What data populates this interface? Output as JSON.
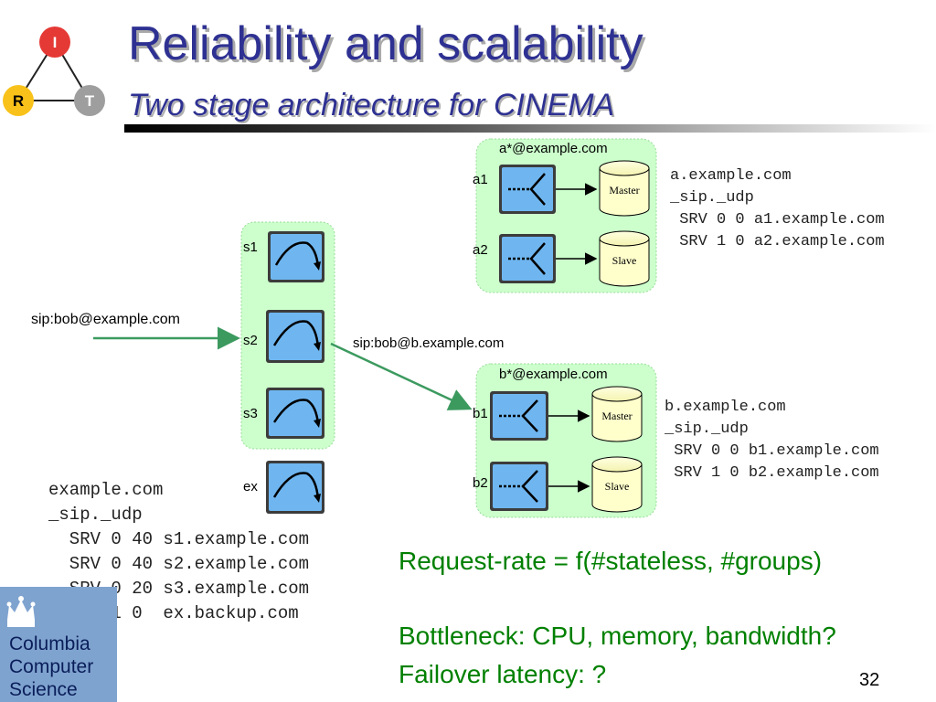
{
  "slide": {
    "title": "Reliability and scalability",
    "subtitle": "Two stage architecture for CINEMA",
    "page_number": "32"
  },
  "logo_irt": {
    "top": "I",
    "left": "R",
    "right": "T",
    "colors": {
      "top": "#e53935",
      "left": "#f9c21a",
      "right": "#9e9e9e"
    }
  },
  "logo_columbia": {
    "text": "Columbia\nComputer\nScience",
    "icon": "crown-icon"
  },
  "stage1": {
    "servers": [
      {
        "label": "s1"
      },
      {
        "label": "s2"
      },
      {
        "label": "s3"
      }
    ],
    "backup": {
      "label": "ex"
    }
  },
  "clusters": [
    {
      "header": "a*@example.com",
      "nodes": [
        {
          "label": "a1",
          "db": "Master"
        },
        {
          "label": "a2",
          "db": "Slave"
        }
      ]
    },
    {
      "header": "b*@example.com",
      "nodes": [
        {
          "label": "b1",
          "db": "Master"
        },
        {
          "label": "b2",
          "db": "Slave"
        }
      ]
    }
  ],
  "arrows": {
    "incoming": "sip:bob@example.com",
    "forwarded": "sip:bob@b.example.com"
  },
  "dns": {
    "example": "example.com\n_sip._udp\n  SRV 0 40 s1.example.com\n  SRV 0 40 s2.example.com\n  SRV 0 20 s3.example.com\n  SRV 1 0  ex.backup.com",
    "a": "a.example.com\n_sip._udp\n SRV 0 0 a1.example.com\n SRV 1 0 a2.example.com",
    "b": "b.example.com\n_sip._udp\n SRV 0 0 b1.example.com\n SRV 1 0 b2.example.com"
  },
  "notes": {
    "request_rate": "Request-rate = f(#stateless, #groups)",
    "bottleneck": "Bottleneck: CPU, memory, bandwidth?",
    "failover": "Failover latency: ?"
  },
  "colors": {
    "title": "#2e3192",
    "note": "#008000",
    "arrow": "#3c9a5f",
    "cluster_fill": "#ccffcc",
    "server_fill": "#6fb6f0",
    "db_fill": "#ffffcc"
  }
}
